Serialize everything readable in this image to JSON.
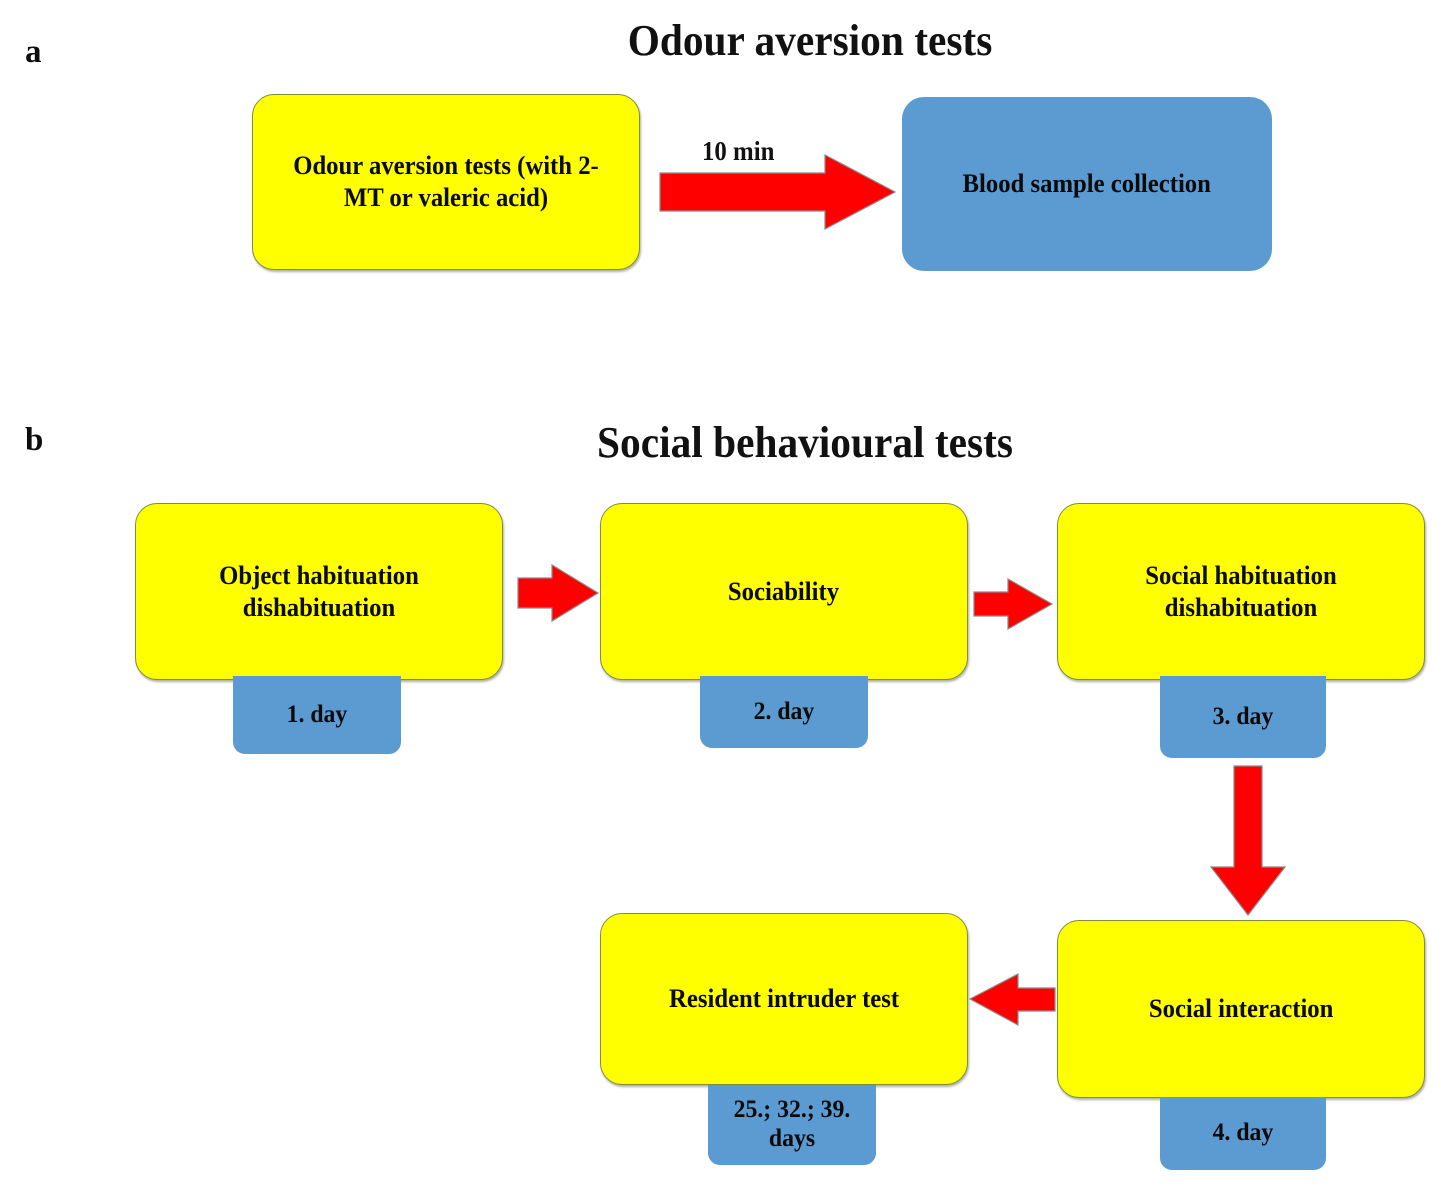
{
  "figure": {
    "panels": [
      {
        "letter": "a",
        "title": "Odour aversion tests",
        "nodes": [
          {
            "id": "odour-aversion-tests",
            "label": "Odour aversion tests (with 2-MT or valeric acid)",
            "color": "#ffff00"
          },
          {
            "id": "blood-sample-collection",
            "label": "Blood sample collection",
            "color": "#5b9bd1"
          }
        ],
        "connectors": [
          {
            "id": "arrow-10-min",
            "label": "10 min",
            "direction": "right",
            "color": "#fe0000"
          }
        ]
      },
      {
        "letter": "b",
        "title": "Social behavioural tests",
        "nodes": [
          {
            "id": "object-habituation",
            "label": "Object habituation dishabituation",
            "color": "#ffff00",
            "day": "1. day"
          },
          {
            "id": "sociability",
            "label": "Sociability",
            "color": "#ffff00",
            "day": "2. day"
          },
          {
            "id": "social-habituation",
            "label": "Social habituation dishabituation",
            "color": "#ffff00",
            "day": "3. day"
          },
          {
            "id": "social-interaction",
            "label": "Social interaction",
            "color": "#ffff00",
            "day": "4. day"
          },
          {
            "id": "resident-intruder-test",
            "label": "Resident intruder test",
            "color": "#ffff00",
            "day": "25.; 32.; 39. days"
          }
        ],
        "connectors": [
          {
            "id": "arrow-1-2",
            "label": "",
            "direction": "right",
            "color": "#fe0000"
          },
          {
            "id": "arrow-2-3",
            "label": "",
            "direction": "right",
            "color": "#fe0000"
          },
          {
            "id": "arrow-3-4",
            "label": "",
            "direction": "down",
            "color": "#fe0000"
          },
          {
            "id": "arrow-4-5",
            "label": "",
            "direction": "left",
            "color": "#fe0000"
          }
        ]
      }
    ],
    "colors": {
      "yellow_node": "#ffff00",
      "yellow_node_border": "#7f8f3f",
      "blue_node": "#5b9bd1",
      "arrow_red": "#fe0000",
      "text": "#0a0a0a",
      "background": "#ffffff"
    }
  }
}
